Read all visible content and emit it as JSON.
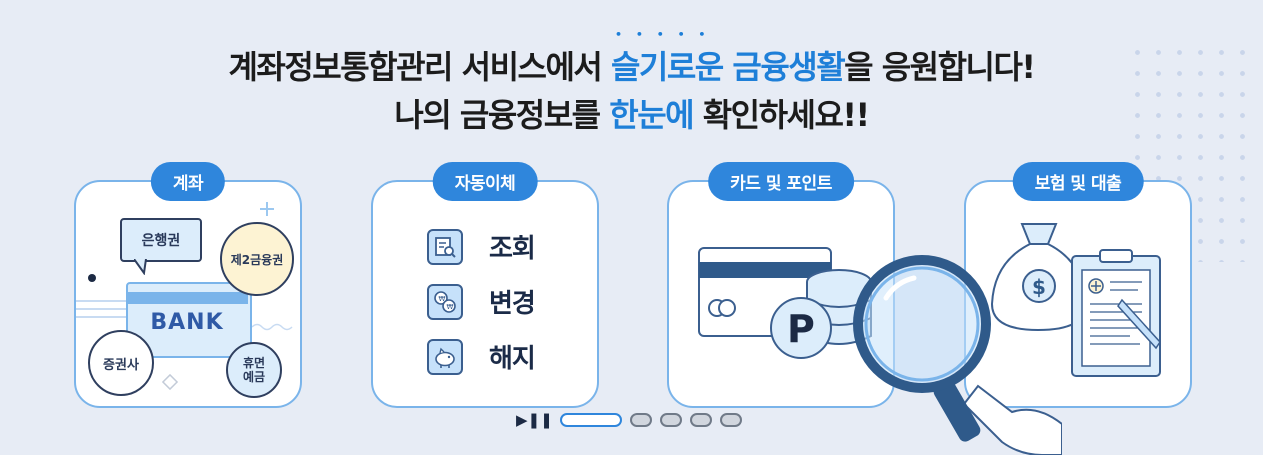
{
  "headline": {
    "line1_prefix": "계좌정보통합관리 서비스에서",
    "line1_highlight": "슬기로운 금융생활",
    "line1_suffix": "을 응원합니다!",
    "line2_prefix": "나의 금융정보를",
    "line2_highlight": "한눈에",
    "line2_suffix": "확인하세요!!"
  },
  "cards": [
    {
      "title": "계좌",
      "bubbles": {
        "bank": "은행권",
        "second_tier": "제2금융권",
        "securities": "증권사",
        "dormant_line1": "휴면",
        "dormant_line2": "예금"
      },
      "bank_label": "BANK"
    },
    {
      "title": "자동이체",
      "items": [
        {
          "label": "조회",
          "icon": "document-search-icon"
        },
        {
          "label": "변경",
          "icon": "currency-exchange-icon"
        },
        {
          "label": "해지",
          "icon": "piggy-bank-icon"
        }
      ]
    },
    {
      "title": "카드 및 포인트"
    },
    {
      "title": "보험 및 대출"
    }
  ],
  "carousel": {
    "play_pause_glyph": "▶❚❚",
    "total_slides": 5,
    "active_slide": 1
  },
  "colors": {
    "accent": "#2f86dc",
    "highlight": "#1e7fd8",
    "border": "#7ab4ea",
    "background": "#e7ecf5"
  }
}
